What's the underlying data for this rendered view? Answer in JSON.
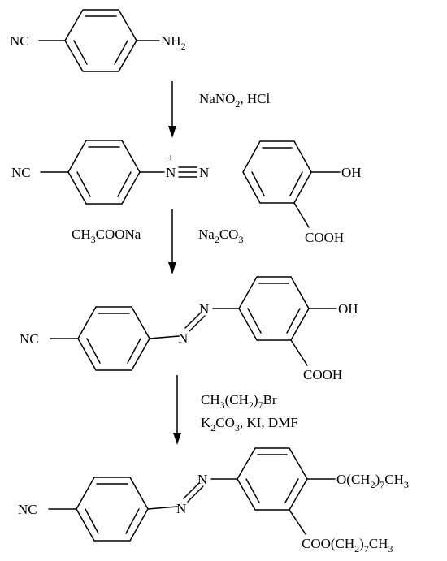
{
  "compound1": {
    "left_group": "NC",
    "right_group": "NH",
    "right_group_sub": "2"
  },
  "step1": {
    "reagent_a": "NaNO",
    "reagent_a_sub": "2",
    "reagent_b": ", HCl"
  },
  "diazonium": {
    "left_group": "NC",
    "plus": "+",
    "n1": "N",
    "n2": "N"
  },
  "salicylic_acid": {
    "oh": "OH",
    "cooh": "COOH"
  },
  "step2": {
    "reagent_left": [
      "CH",
      "3",
      "COONa"
    ],
    "reagent_right": [
      "Na",
      "2",
      "CO",
      "3"
    ]
  },
  "azo_acid": {
    "left_group": "NC",
    "n_top": "N",
    "n_bottom": "N",
    "oh": "OH",
    "cooh": "COOH"
  },
  "step3": {
    "line1": [
      "CH",
      "3",
      "(CH",
      "2",
      ")",
      "7",
      "Br"
    ],
    "line2": [
      "K",
      "2",
      "CO",
      "3",
      ", KI, DMF"
    ]
  },
  "product": {
    "left_group": "NC",
    "n_top": "N",
    "n_bottom": "N",
    "ether": [
      "O(CH",
      "2",
      ")",
      "7",
      "CH",
      "3"
    ],
    "ester": [
      "COO(CH",
      "2",
      ")",
      "7",
      "CH",
      "3"
    ]
  }
}
